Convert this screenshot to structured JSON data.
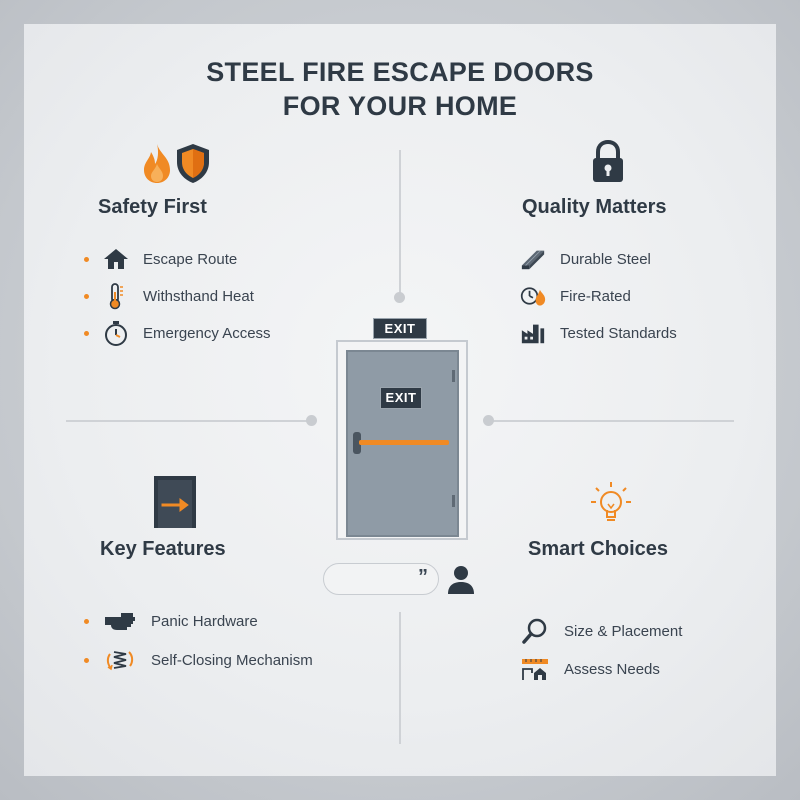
{
  "title": {
    "line1": "STEEL FIRE ESCAPE DOORS",
    "line2": "FOR YOUR HOME"
  },
  "colors": {
    "accent": "#f08a24",
    "dark": "#2f3a45",
    "door": "#8f9ba6"
  },
  "sections": {
    "safety": {
      "heading": "Safety First",
      "icons": [
        "flame-icon",
        "shield-icon"
      ],
      "items": [
        {
          "label": "Escape Route",
          "icon": "house-icon"
        },
        {
          "label": "Withsthand Heat",
          "icon": "thermometer-icon"
        },
        {
          "label": "Emergency Access",
          "icon": "stopwatch-icon"
        }
      ]
    },
    "quality": {
      "heading": "Quality Matters",
      "icon": "padlock-icon",
      "items": [
        {
          "label": "Durable Steel",
          "icon": "steel-beam-icon"
        },
        {
          "label": "Fire-Rated",
          "icon": "clock-flame-icon"
        },
        {
          "label": "Tested Standards",
          "icon": "factory-icon"
        }
      ]
    },
    "features": {
      "heading": "Key Features",
      "icon": "door-arrow-icon",
      "items": [
        {
          "label": "Panic Hardware",
          "icon": "hand-icon"
        },
        {
          "label": "Self-Closing Mechanism",
          "icon": "spring-icon"
        }
      ]
    },
    "choices": {
      "heading": "Smart Choices",
      "icon": "lightbulb-icon",
      "items": [
        {
          "label": "Size & Placement",
          "icon": "magnifier-icon"
        },
        {
          "label": "Assess Needs",
          "icon": "ruler-house-icon"
        }
      ]
    }
  },
  "door": {
    "top_sign": "EXIT",
    "door_sign": "EXIT"
  },
  "search": {
    "quote": "”"
  }
}
